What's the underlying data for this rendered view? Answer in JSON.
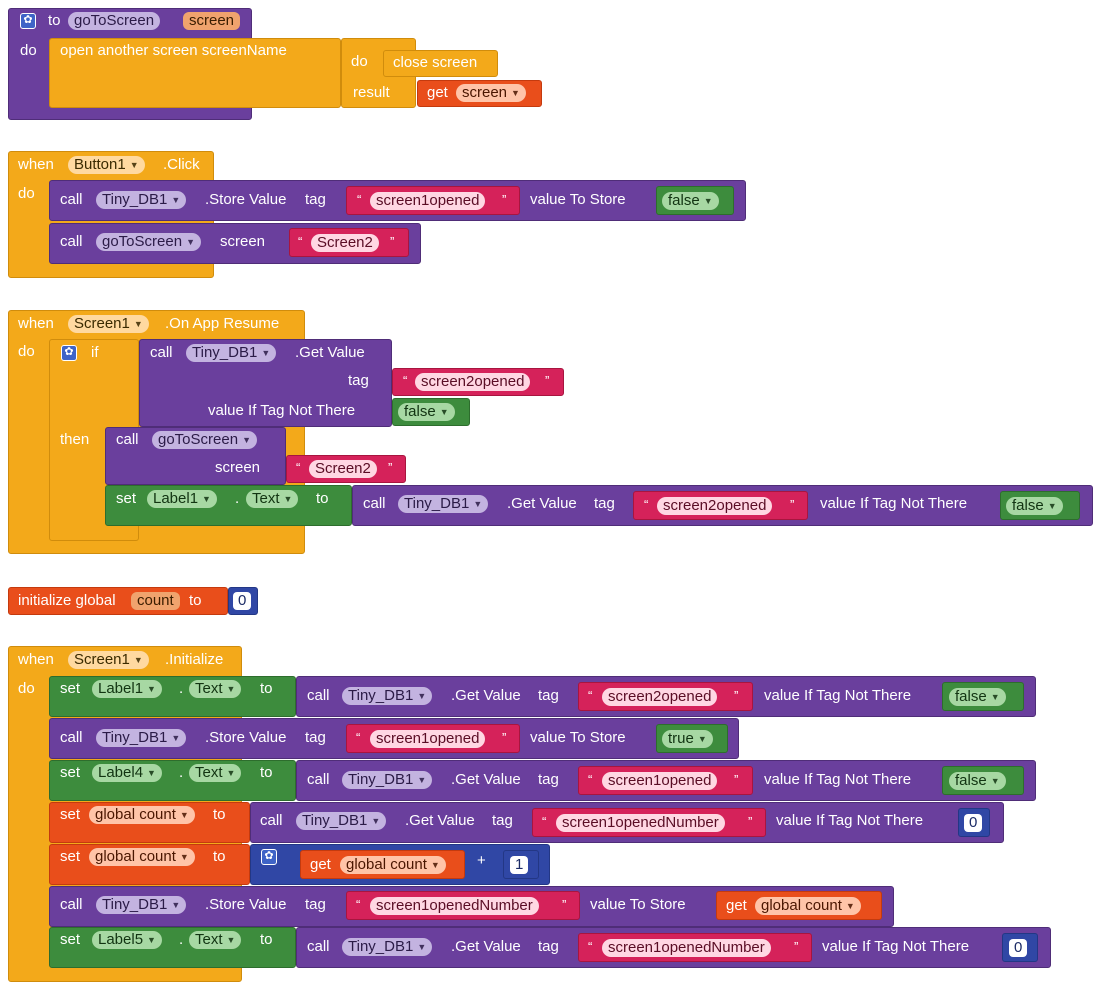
{
  "proc": {
    "to": "to",
    "name": "goToScreen",
    "param": "screen",
    "do": "do",
    "open": "open another screen  screenName",
    "do2": "do",
    "close": "close screen",
    "result": "result",
    "get": "get",
    "getname": "screen"
  },
  "b1": {
    "when": "when",
    "comp": "Button1",
    "evt": ".Click",
    "do": "do",
    "call": "call",
    "db": "Tiny_DB1",
    "store": ".Store Value",
    "tag": "tag",
    "tagval": "screen1opened",
    "vts": "value To Store",
    "vtsval": "false",
    "call2": "call",
    "proc": "goToScreen",
    "screen": "screen",
    "screenval": "Screen2"
  },
  "b2": {
    "when": "when",
    "comp": "Screen1",
    "evt": ".On App Resume",
    "do": "do",
    "if": "if",
    "call": "call",
    "db": "Tiny_DB1",
    "get": ".Get Value",
    "tag": "tag",
    "tagval": "screen2opened",
    "vnt": "value If Tag Not There",
    "vntval": "false",
    "then": "then",
    "call2": "call",
    "proc": "goToScreen",
    "screen": "screen",
    "screenval": "Screen2",
    "set": "set",
    "label": "Label1",
    "dot": ".",
    "prop": "Text",
    "to": "to",
    "call3": "call",
    "db3": "Tiny_DB1",
    "get3": ".Get Value",
    "tag3": "tag",
    "tagval3": "screen2opened",
    "vnt3": "value If Tag Not There",
    "vntval3": "false"
  },
  "g": {
    "init": "initialize global",
    "name": "count",
    "to": "to",
    "val": "0"
  },
  "b3": {
    "when": "when",
    "comp": "Screen1",
    "evt": ".Initialize",
    "do": "do",
    "r1": {
      "set": "set",
      "label": "Label1",
      "dot": ".",
      "prop": "Text",
      "to": "to",
      "call": "call",
      "db": "Tiny_DB1",
      "get": ".Get Value",
      "tag": "tag",
      "tagval": "screen2opened",
      "vnt": "value If Tag Not There",
      "vntval": "false"
    },
    "r2": {
      "call": "call",
      "db": "Tiny_DB1",
      "store": ".Store Value",
      "tag": "tag",
      "tagval": "screen1opened",
      "vts": "value To Store",
      "vtsval": "true"
    },
    "r3": {
      "set": "set",
      "label": "Label4",
      "dot": ".",
      "prop": "Text",
      "to": "to",
      "call": "call",
      "db": "Tiny_DB1",
      "get": ".Get Value",
      "tag": "tag",
      "tagval": "screen1opened",
      "vnt": "value If Tag Not There",
      "vntval": "false"
    },
    "r4": {
      "set": "set",
      "var": "global count",
      "to": "to",
      "call": "call",
      "db": "Tiny_DB1",
      "get": ".Get Value",
      "tag": "tag",
      "tagval": "screen1openedNumber",
      "vnt": "value If Tag Not There",
      "vntval": "0"
    },
    "r5": {
      "set": "set",
      "var": "global count",
      "to": "to",
      "getw": "get",
      "getv": "global count",
      "plus": "+",
      "num": "1"
    },
    "r6": {
      "call": "call",
      "db": "Tiny_DB1",
      "store": ".Store Value",
      "tag": "tag",
      "tagval": "screen1openedNumber",
      "vts": "value To Store",
      "getw": "get",
      "getv": "global count"
    },
    "r7": {
      "set": "set",
      "label": "Label5",
      "dot": ".",
      "prop": "Text",
      "to": "to",
      "call": "call",
      "db": "Tiny_DB1",
      "get": ".Get Value",
      "tag": "tag",
      "tagval": "screen1openedNumber",
      "vnt": "value If Tag Not There",
      "vntval": "0"
    }
  },
  "icons": {
    "mutator": "gear-icon",
    "dropdown": "triangle-down"
  },
  "colors": {
    "procedure": "#6a3f9d",
    "control": "#f3a91a",
    "logic": "#3d8c3d",
    "text": "#d5225a",
    "variable": "#e94e1b",
    "math": "#3047a5"
  }
}
